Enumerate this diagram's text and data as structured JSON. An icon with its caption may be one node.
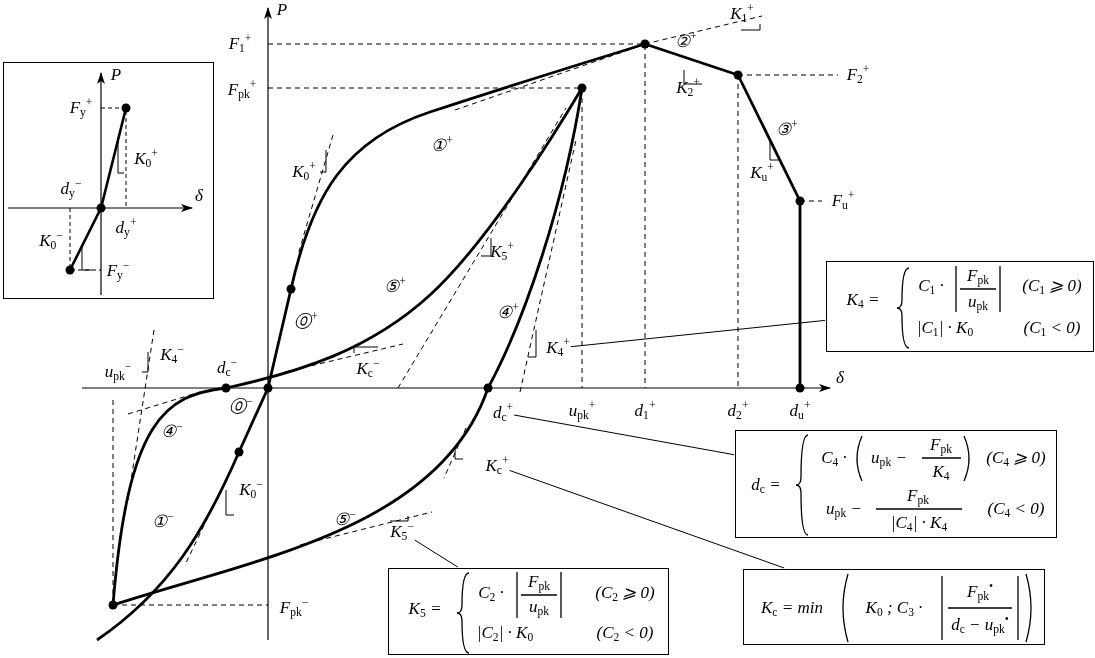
{
  "diagram": {
    "nodes": [
      {
        "text": [
          "P",
          "F$_{y}$$^{+}$",
          "K$_{0}$$^{+}$",
          "d$_{y}$$^{−}$",
          "δ",
          "d$_{y}$$^{+}$",
          "K$_{0}$$^{−}$",
          "F$_{y}$$^{−}$"
        ]
      },
      {
        "text": [
          "K$_{4}$ =",
          "C$_{1}$ ·",
          "F$_{pk}$",
          "u$_{pk}$",
          "(C$_{1}$ ⩾ 0)",
          "|C$_{1}$| · K$_{0}$",
          "(C$_{1}$ < 0)"
        ]
      },
      {
        "text": [
          "K$_{4}$$^{+}$"
        ]
      },
      {
        "text": [
          "d$_{c}$$^{+}$"
        ]
      },
      {
        "text": [
          "K$_{c}$$^{+}$"
        ]
      },
      {
        "text": [
          "d$_{c}$ =",
          "C$_{4}$ ·",
          "u$_{pk}$ −",
          "F$_{pk}$",
          "K$_{4}$",
          "(C$_{4}$ ⩾ 0)",
          "u$_{pk}$ −",
          "F$_{pk}$",
          "|C$_{4}$| · K$_{4}$",
          "(C$_{4}$ < 0)"
        ]
      },
      {
        "text": [
          "K$_{5}$$^{−}$"
        ]
      },
      {
        "text": [
          "K$_{c}$ = min",
          "K$_{0}$ ; C$_{3}$ ·",
          "F$_{pk}$$^{•}$",
          "d$_{c}$ − u$_{pk}$$^{•}$"
        ]
      },
      {
        "text": [
          "K$_{5}$ =",
          "C$_{2}$ ·",
          "F$_{pk}$",
          "u$_{pk}$",
          "(C$_{2}$ ⩾ 0)",
          "|C$_{2}$| · K$_{0}$",
          "(C$_{2}$ < 0)"
        ]
      }
    ],
    "edges": [
      {
        "from": 1,
        "to": 2,
        "arrow": "none"
      },
      {
        "from": 5,
        "to": 3,
        "arrow": "none"
      },
      {
        "from": 7,
        "to": 4,
        "arrow": "none"
      },
      {
        "from": 8,
        "to": 6,
        "arrow": "none"
      }
    ],
    "labels": [
      "P",
      "F$_{1}$$^{+}$",
      "K$_{1}$$^{+}$",
      "②$^{+}$",
      "F$_{pk}$$^{+}$",
      "K$_{2}$$^{+}$",
      "F$_{2}$$^{+}$",
      "①$^{+}$",
      "③$^{+}$",
      "K$_{0}$$^{+}$",
      "K$_{u}$$^{+}$",
      "F$_{u}$$^{+}$",
      "K$_{5}$$^{+}$",
      "⑤$^{+}$",
      "④$^{+}$",
      "⓪$^{+}$",
      "K$_{4}$$^{−}$",
      "K$_{c}$$^{−}$",
      "u$_{pk}$$^{−}$",
      "d$_{c}$$^{−}$",
      "δ",
      "u$_{pk}$$^{+}$",
      "d$_{1}$$^{+}$",
      "d$_{2}$$^{+}$",
      "d$_{u}$$^{+}$",
      "⓪$^{−}$",
      "④$^{−}$",
      "K$_{0}$$^{−}$",
      "⑤$^{−}$",
      "①$^{−}$",
      "F$_{pk}$$^{−}$"
    ]
  }
}
